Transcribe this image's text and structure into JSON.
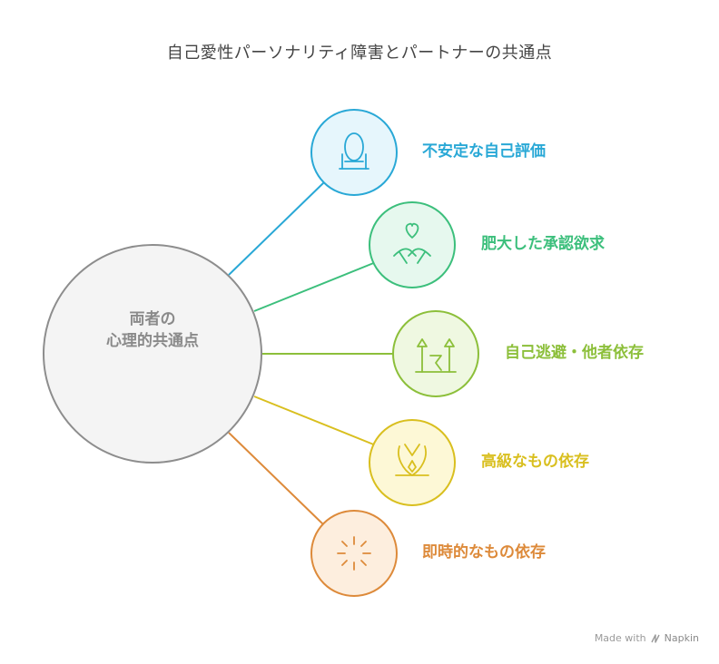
{
  "title": "自己愛性パーソナリティ障害とパートナーの共通点",
  "center": {
    "line1": "両者の",
    "line2": "心理的共通点"
  },
  "items": [
    {
      "label": "不安定な自己評価",
      "color": "#29a8d6",
      "fill": "#e6f6fc",
      "icon": "mirror-icon"
    },
    {
      "label": "肥大した承認欲求",
      "color": "#3cbf7c",
      "fill": "#e6f8ee",
      "icon": "heart-hands-icon"
    },
    {
      "label": "自己逃避・他者依存",
      "color": "#8cbf3a",
      "fill": "#eff8e1",
      "icon": "broken-pillars-icon"
    },
    {
      "label": "高級なもの依存",
      "color": "#d9bf1f",
      "fill": "#fdf8d6",
      "icon": "diamond-necklace-icon"
    },
    {
      "label": "即時的なもの依存",
      "color": "#dd8a3a",
      "fill": "#fdeede",
      "icon": "burst-icon"
    }
  ],
  "footer": {
    "made_with": "Made with",
    "brand": "Napkin"
  }
}
